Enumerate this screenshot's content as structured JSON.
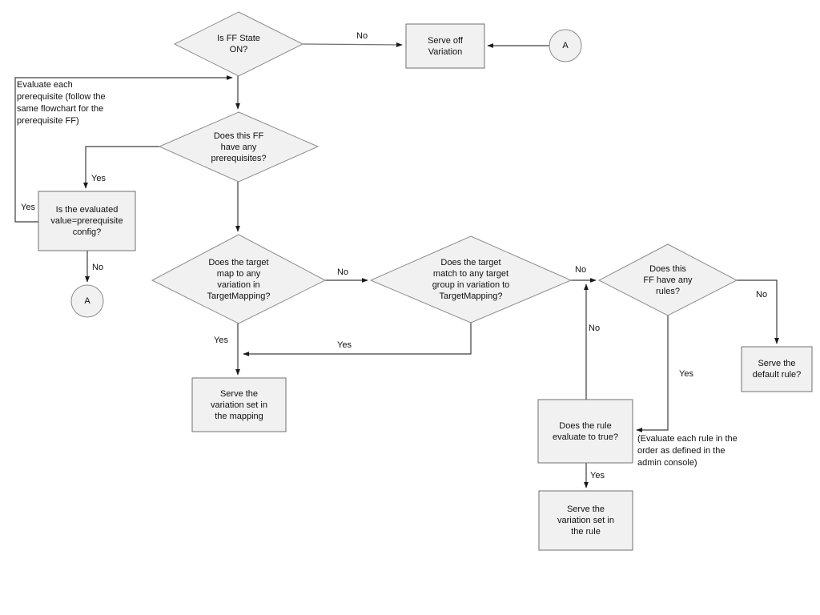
{
  "diagram": {
    "type": "flowchart",
    "colors": {
      "background": "#ffffff",
      "node_fill": "#f1f1f1",
      "diamond_border": "#8c8c8c",
      "rect_border": "#707070",
      "edge_line": "#3d3d3d",
      "text": "#111111"
    },
    "nodes": {
      "is_ff_state_on": {
        "type": "decision",
        "label": "Is FF State\nON?"
      },
      "serve_off_variation": {
        "type": "process",
        "label": "Serve off\nVariation"
      },
      "connector_a_top": {
        "type": "connector",
        "label": "A"
      },
      "has_prerequisites": {
        "type": "decision",
        "label": "Does this FF\nhave any\nprerequisites?"
      },
      "value_eq_prereq_config": {
        "type": "process",
        "label": "Is the evaluated\nvalue=prerequisite\nconfig?"
      },
      "connector_a_left": {
        "type": "connector",
        "label": "A"
      },
      "target_maps_to_variation": {
        "type": "decision",
        "label": "Does the target\nmap to any\nvariation in\nTargetMapping?"
      },
      "target_matches_target_group": {
        "type": "decision",
        "label": "Does the target\nmatch to any target\ngroup in variation to\nTargetMapping?"
      },
      "has_rules": {
        "type": "decision",
        "label": "Does this\nFF have any\nrules?"
      },
      "serve_default_rule": {
        "type": "process",
        "label": "Serve the\ndefault rule?"
      },
      "rule_evaluates_true": {
        "type": "process",
        "label": "Does the rule\nevaluate to true?"
      },
      "serve_variation_in_rule": {
        "type": "process",
        "label": "Serve the\nvariation set in\nthe rule"
      },
      "serve_variation_in_mapping": {
        "type": "process",
        "label": "Serve the\nvariation set in\nthe mapping"
      }
    },
    "edge_labels": {
      "ff_off_no": "No",
      "loop_yes": "Yes",
      "prereq_yes": "Yes",
      "prereq_no": "No",
      "mapping_no": "No",
      "mapping_yes": "Yes",
      "group_yes": "Yes",
      "group_no": "No",
      "rules_no": "No",
      "rules_yes": "Yes",
      "rule_eval_no": "No",
      "rule_eval_yes": "Yes"
    },
    "annotations": {
      "prerequisite_note": "Evaluate each\nprerequisite (follow the\nsame flowchart for the\nprerequisite FF)",
      "rule_order_note": "(Evaluate each rule in the\norder as defined in the\nadmin console)"
    }
  }
}
